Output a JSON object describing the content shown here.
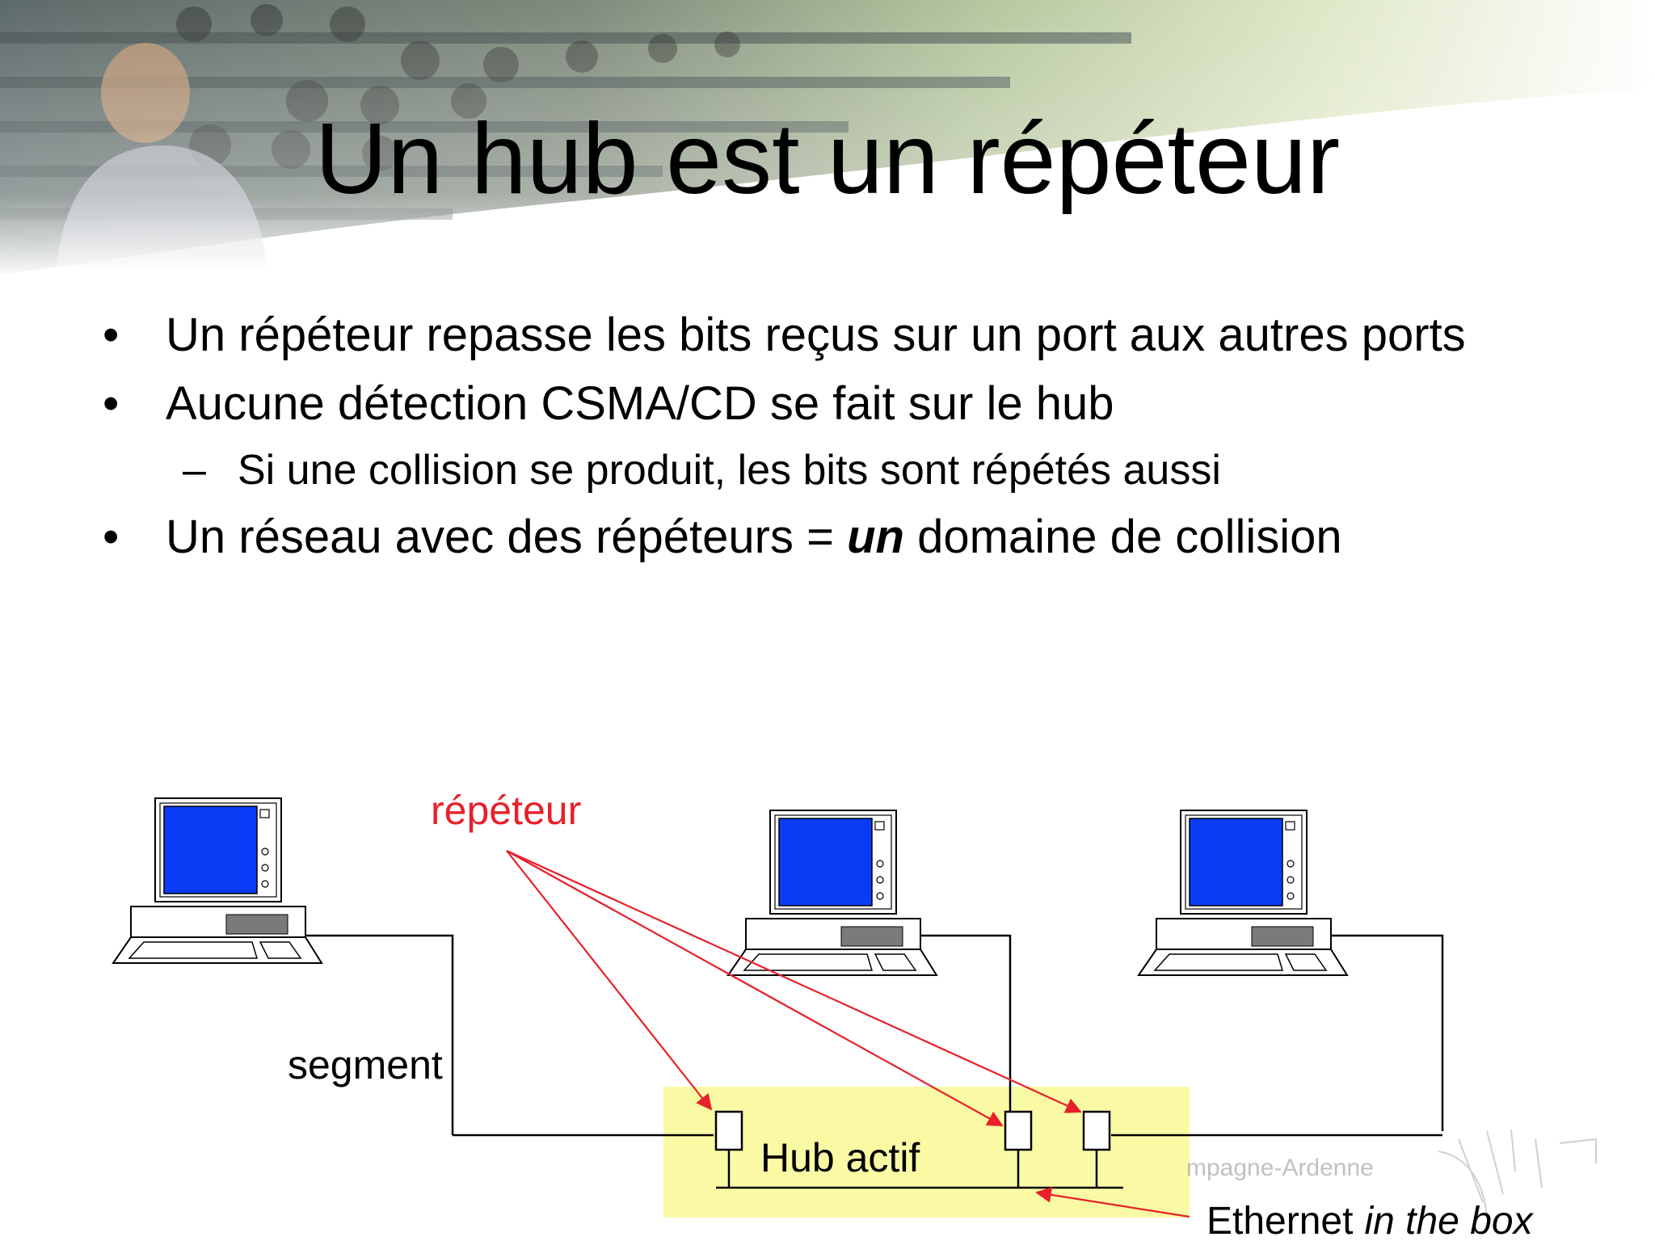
{
  "slide": {
    "title": "Un hub est un répéteur",
    "bullets": [
      {
        "mark": "•",
        "text": "Un répéteur repasse les bits reçus sur un port aux autres ports"
      },
      {
        "mark": "•",
        "text": "Aucune détection CSMA/CD se fait sur le hub"
      },
      {
        "mark": "–",
        "text": "Si une collision se produit, les bits sont répétés aussi"
      },
      {
        "mark": "•",
        "before": "Un réseau avec des répéteurs = ",
        "emphasis": "un",
        "after": " domaine de collision"
      }
    ]
  },
  "diagram": {
    "repeater_label": "répéteur",
    "segment_label": "segment",
    "hub_label": "Hub actif",
    "ethernet_label": "Ethernet",
    "ethernet_label_italic": "in the box",
    "watermark": "mpagne-Ardenne",
    "colors": {
      "screen": "#0a3cf5",
      "hub_fill": "#fafaa5",
      "arrow": "#e8202a",
      "repeater_text": "#e8202a"
    }
  }
}
